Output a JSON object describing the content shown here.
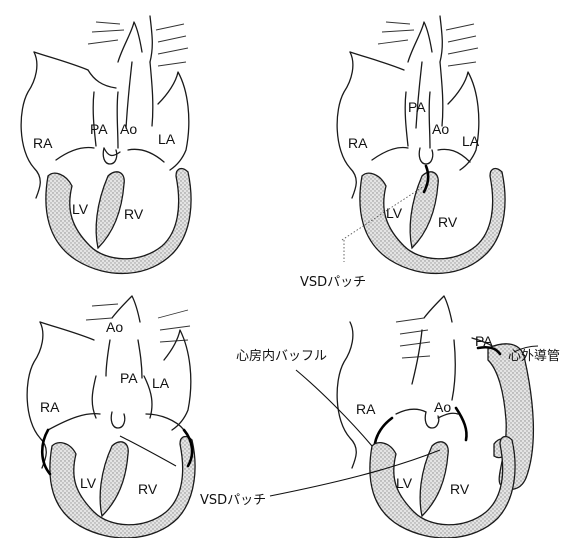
{
  "panels": [
    {
      "id": "top-left",
      "chambers": {
        "ra": "RA",
        "pa": "PA",
        "ao": "Ao",
        "la": "LA",
        "lv": "LV",
        "rv": "RV"
      }
    },
    {
      "id": "top-right",
      "chambers": {
        "ra": "RA",
        "pa": "PA",
        "ao": "Ao",
        "la": "LA",
        "lv": "LV",
        "rv": "RV"
      },
      "annotations": {
        "vsd_patch": "VSDパッチ"
      }
    },
    {
      "id": "bottom-left",
      "chambers": {
        "ra": "RA",
        "pa": "PA",
        "ao": "Ao",
        "la": "LA",
        "lv": "LV",
        "rv": "RV"
      }
    },
    {
      "id": "bottom-right",
      "chambers": {
        "ra": "RA",
        "pa": "PA",
        "ao": "Ao",
        "lv": "LV",
        "rv": "RV"
      },
      "annotations": {
        "baffle": "心房内バッフル",
        "conduit": "心外導管"
      }
    }
  ],
  "shared_annotations": {
    "vsd_patch_bottom": "VSDパッチ"
  }
}
